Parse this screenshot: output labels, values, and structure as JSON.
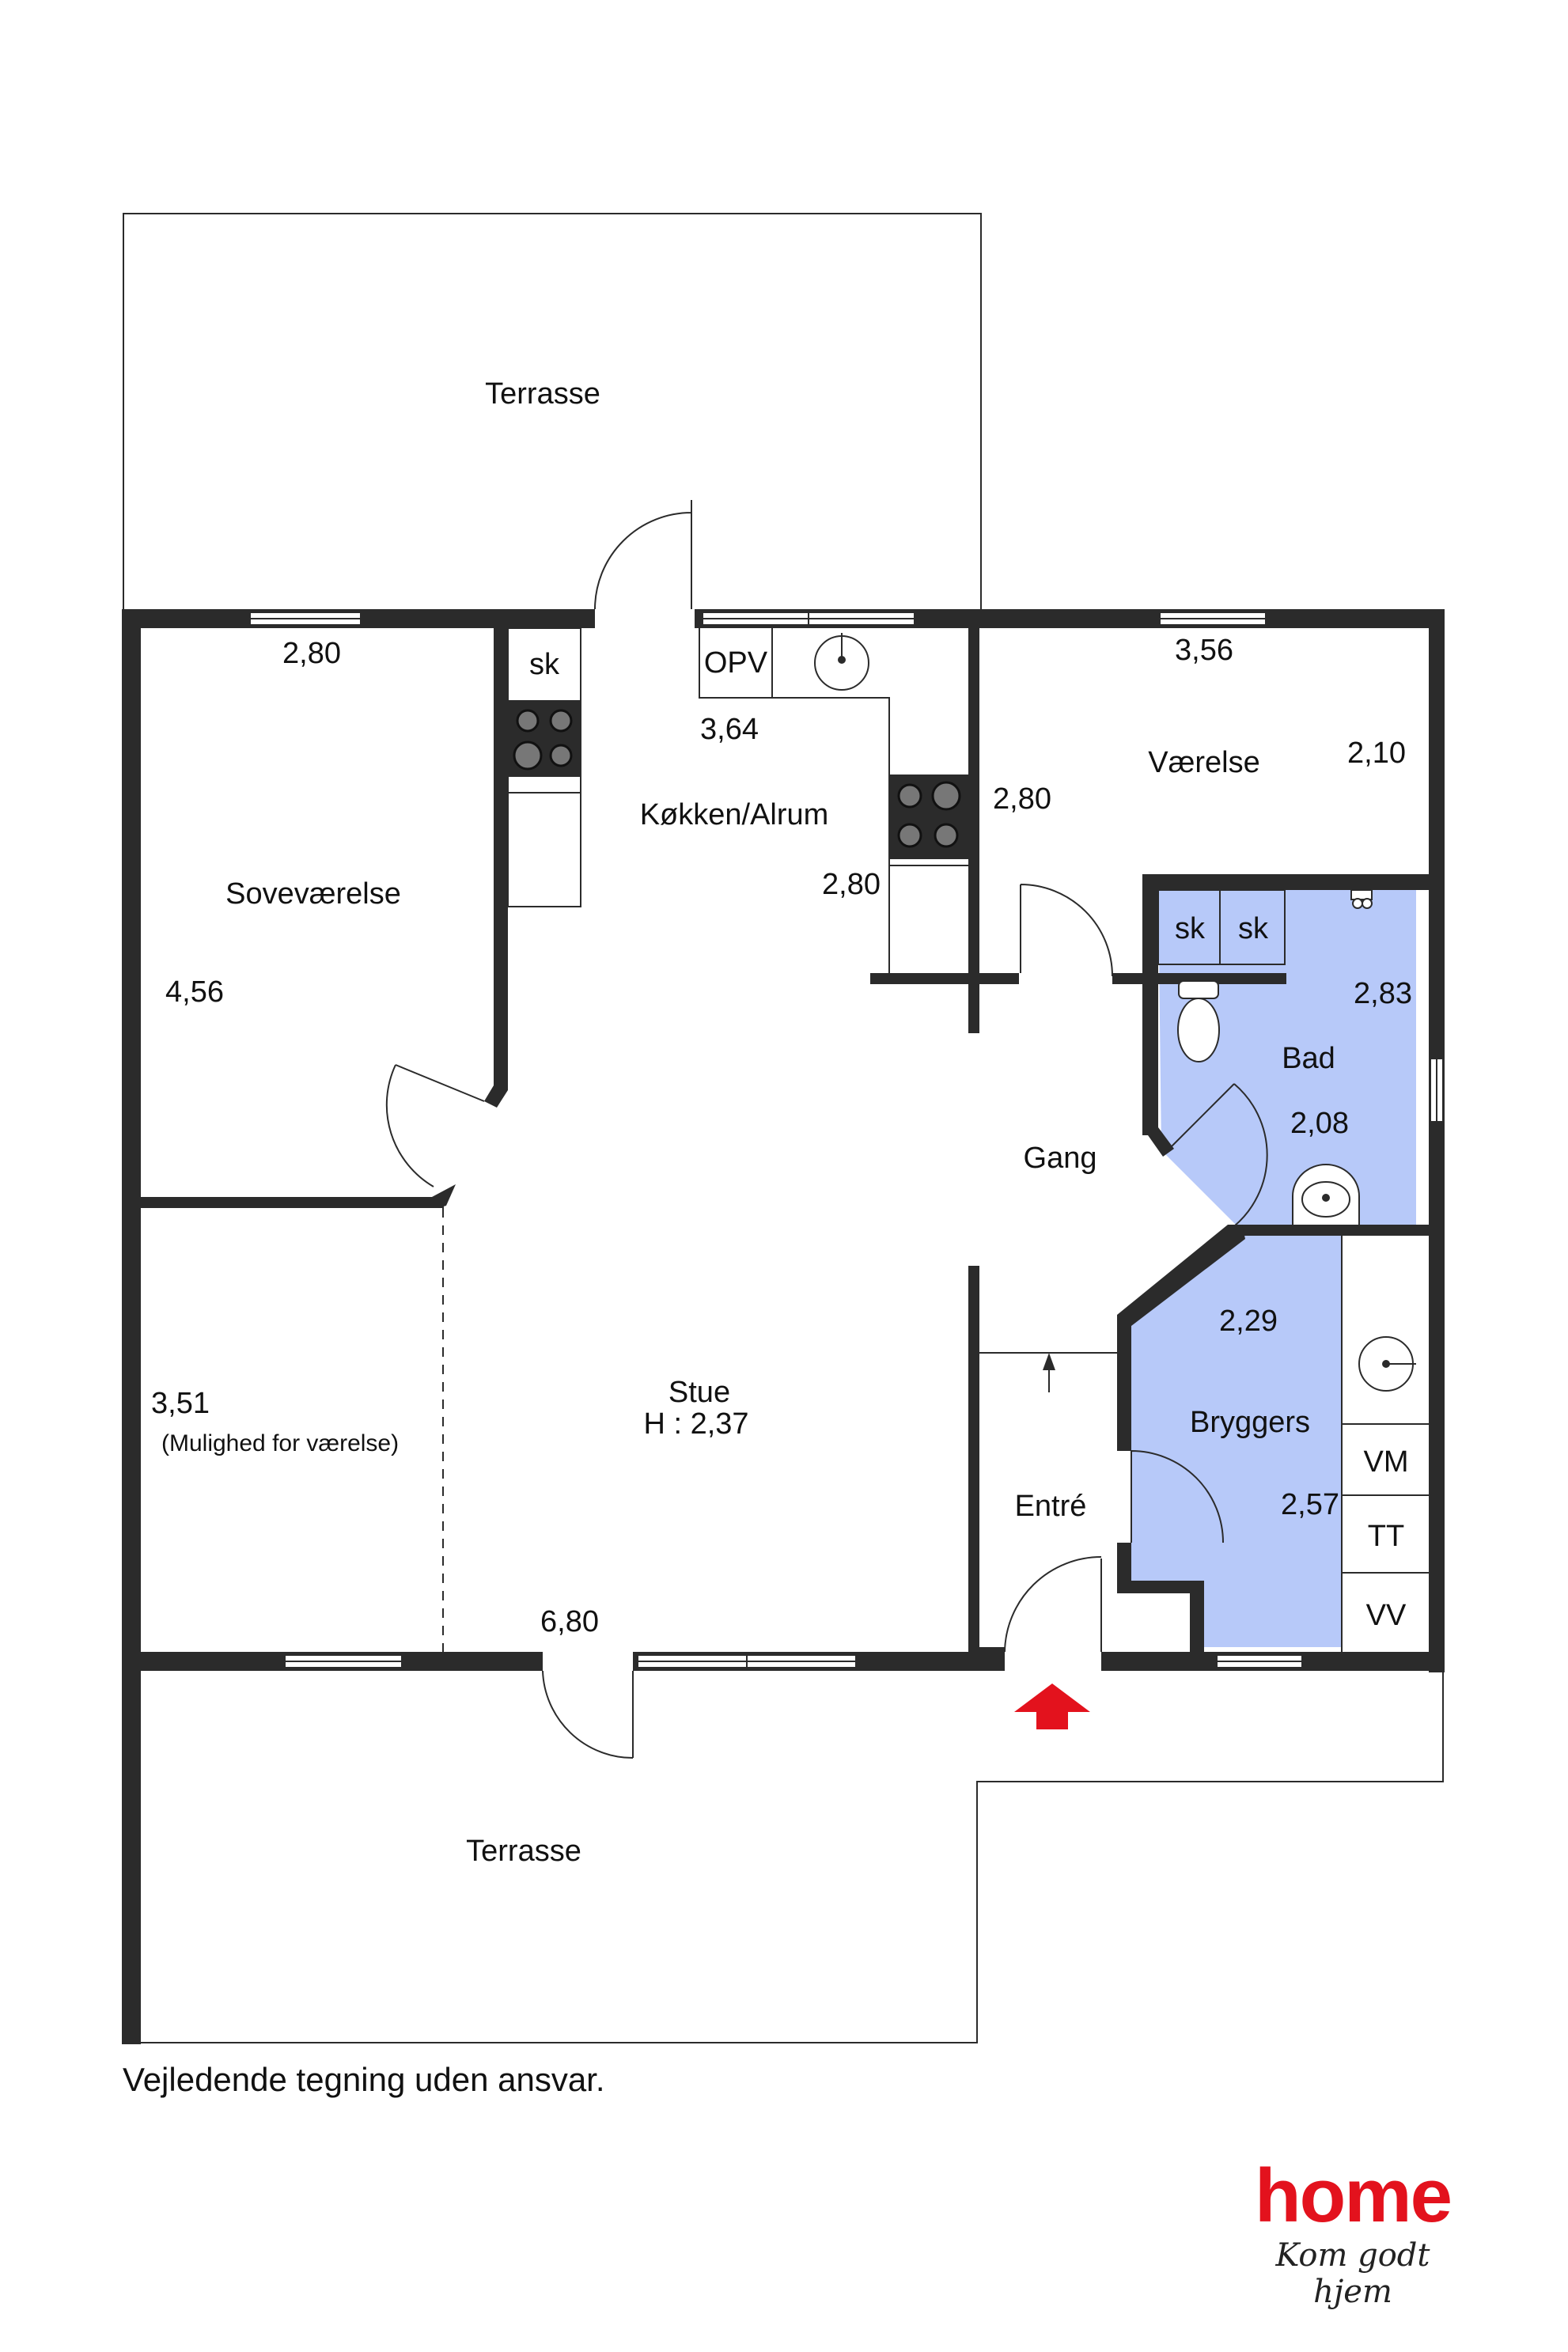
{
  "colors": {
    "wall": "#2b2b2b",
    "wet_room": "#b7c9f9",
    "entrance_arrow": "#e3121d",
    "brand": "#e3121d"
  },
  "rooms": {
    "terrace_top": "Terrasse",
    "terrace_bottom": "Terrasse",
    "bedroom": "Soveværelse",
    "kitchen": "Køkken/Alrum",
    "room": "Værelse",
    "bath": "Bad",
    "hall": "Gang",
    "living": "Stue",
    "living_height": "H : 2,37",
    "optional_room_note": "(Mulighed for værelse)",
    "entry": "Entré",
    "utility": "Bryggers"
  },
  "dimensions": {
    "bedroom_width": "2,80",
    "bedroom_length": "4,56",
    "kitchen_width": "3,64",
    "kitchen_depth_1": "2,80",
    "kitchen_depth_2": "2,80",
    "room_width": "3,56",
    "room_depth": "2,10",
    "bath_width": "2,83",
    "bath_depth": "2,08",
    "utility_width": "2,29",
    "utility_depth": "2,57",
    "optional_room_length": "3,51",
    "living_width": "6,80"
  },
  "fixtures": {
    "wardrobe_1": "sk",
    "wardrobe_2": "sk",
    "wardrobe_3": "sk",
    "dishwasher": "OPV",
    "washer": "VM",
    "dryer": "TT",
    "water_heater": "VV"
  },
  "footer": {
    "disclaimer": "Vejledende tegning uden ansvar."
  },
  "brand": {
    "name": "home",
    "tagline": "Kom godt hjem"
  }
}
